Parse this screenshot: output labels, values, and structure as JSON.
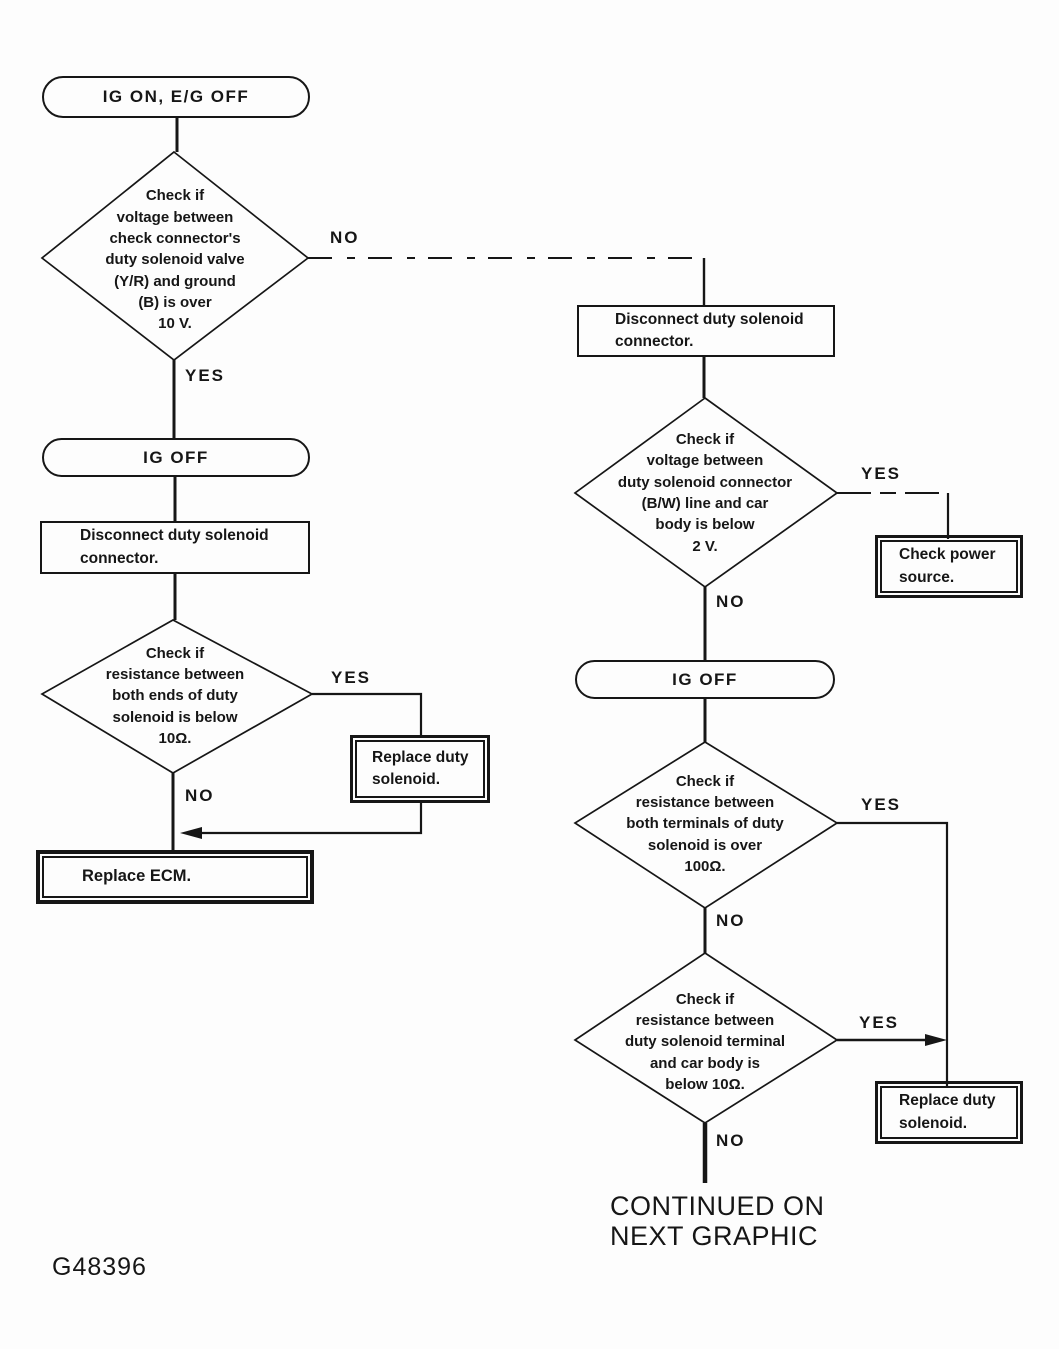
{
  "figure": {
    "id": "G48396",
    "continued_note": "CONTINUED ON\nNEXT GRAPHIC"
  },
  "labels": {
    "yes": "YES",
    "no": "NO"
  },
  "left": {
    "start": "IG ON, E/G OFF",
    "decision_voltage": "Check if\nvoltage between\ncheck connector's\nduty solenoid valve\n(Y/R) and ground\n(B) is over\n10 V.",
    "ig_off": "IG OFF",
    "disconnect": "Disconnect duty solenoid\nconnector.",
    "decision_resistance": "Check if\nresistance between\nboth ends of duty\nsolenoid is below\n10Ω.",
    "replace_solenoid": "Replace duty\nsolenoid.",
    "replace_ecm": "Replace ECM."
  },
  "right": {
    "disconnect": "Disconnect duty solenoid\nconnector.",
    "decision_voltage": "Check if\nvoltage between\nduty solenoid connector\n(B/W) line and car\nbody is below\n2 V.",
    "check_power": "Check power\nsource.",
    "ig_off": "IG OFF",
    "decision_resistance_over": "Check if\nresistance between\nboth terminals of duty\nsolenoid is over\n100Ω.",
    "decision_resistance_body": "Check if\nresistance between\nduty solenoid terminal\nand car body is\nbelow 10Ω.",
    "replace_solenoid": "Replace duty\nsolenoid."
  }
}
